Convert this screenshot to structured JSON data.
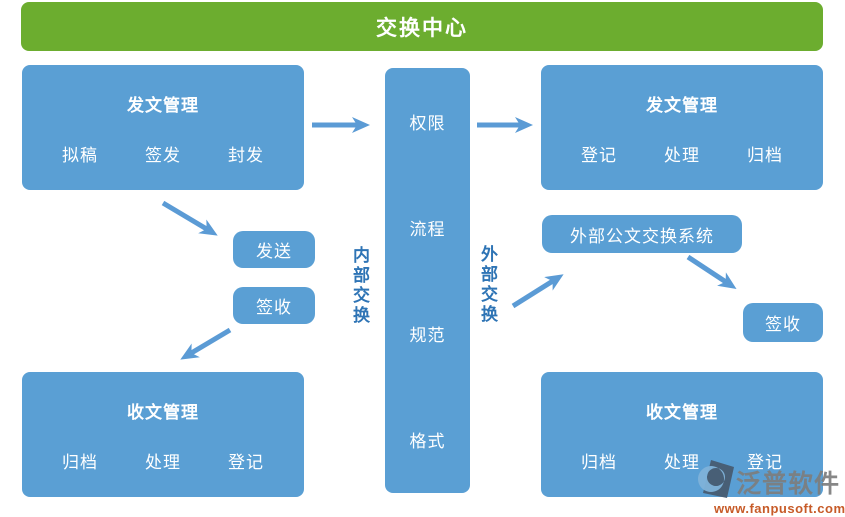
{
  "banner": {
    "title": "交换中心"
  },
  "colors": {
    "banner_green": "#6CAD2F",
    "box_blue": "#5A9FD4",
    "arrow_blue": "#5B9BD5",
    "vertical_label_blue": "#2E74B5",
    "watermark_gray": "#7D7D7D",
    "watermark_orange": "#C75B28"
  },
  "boxes": {
    "send_left": {
      "title": "发文管理",
      "items": [
        "拟稿",
        "签发",
        "封发"
      ]
    },
    "center": {
      "items": [
        "权限",
        "流程",
        "规范",
        "格式"
      ]
    },
    "send_right": {
      "title": "发文管理",
      "items": [
        "登记",
        "处理",
        "归档"
      ]
    },
    "recv_left": {
      "title": "收文管理",
      "items": [
        "归档",
        "处理",
        "登记"
      ]
    },
    "recv_right": {
      "title": "收文管理",
      "items": [
        "归档",
        "处理",
        "登记"
      ]
    },
    "send_small": {
      "label": "发送"
    },
    "sign_small_left": {
      "label": "签收"
    },
    "external_system": {
      "label": "外部公文交换系统"
    },
    "sign_small_right": {
      "label": "签收"
    }
  },
  "labels": {
    "internal_exchange": "内部交换",
    "external_exchange": "外部交换"
  },
  "watermark": {
    "brand": "泛普软件",
    "url": "www.fanpusoft.com"
  }
}
